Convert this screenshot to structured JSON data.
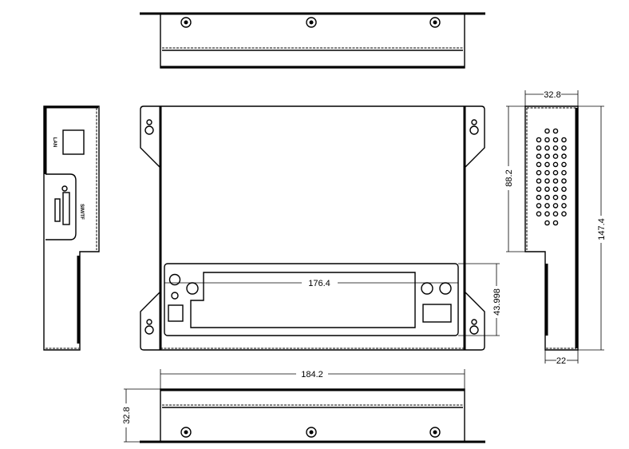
{
  "labels": {
    "lan": "LAN",
    "sim_tf": "SIM/TF"
  },
  "dimensions": {
    "front_panel_width": "176.4",
    "front_panel_height": "43.998",
    "side_depth_top": "32.8",
    "side_upper_height": "88.2",
    "side_total_height": "147.4",
    "side_depth_bottom": "22",
    "overall_width": "184.2",
    "bottom_depth": "32.8"
  }
}
